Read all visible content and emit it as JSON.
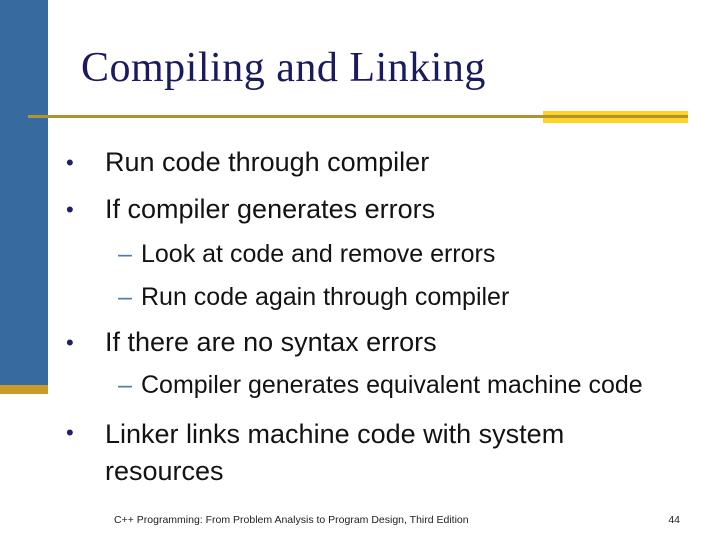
{
  "slide": {
    "title": "Compiling and Linking",
    "markers": {
      "level1": "•",
      "level2": "–"
    },
    "bullets": [
      {
        "level": 1,
        "text": "Run code through compiler"
      },
      {
        "level": 1,
        "text": "If compiler generates errors"
      },
      {
        "level": 2,
        "text": "Look at code and remove errors"
      },
      {
        "level": 2,
        "text": "Run code again through compiler"
      },
      {
        "level": 1,
        "text": "If there are no syntax errors"
      },
      {
        "level": 2,
        "text": "Compiler generates equivalent machine code"
      },
      {
        "level": 1,
        "text": "Linker links machine code with system resources"
      }
    ],
    "footer": {
      "text": "C++ Programming: From Problem Analysis to Program Design, Third Edition",
      "page": "44"
    },
    "colors": {
      "side_bar_blue": "#376A9E",
      "side_bar_gold": "#C79B28",
      "underline_olive": "#AD9334",
      "underline_highlight_yellow": "#FFD321",
      "title_navy": "#1A1A5E",
      "body_text": "#131313",
      "bullet_dot_navy": "#1F2066",
      "sub_dash_blue": "#4E7CA6"
    }
  }
}
